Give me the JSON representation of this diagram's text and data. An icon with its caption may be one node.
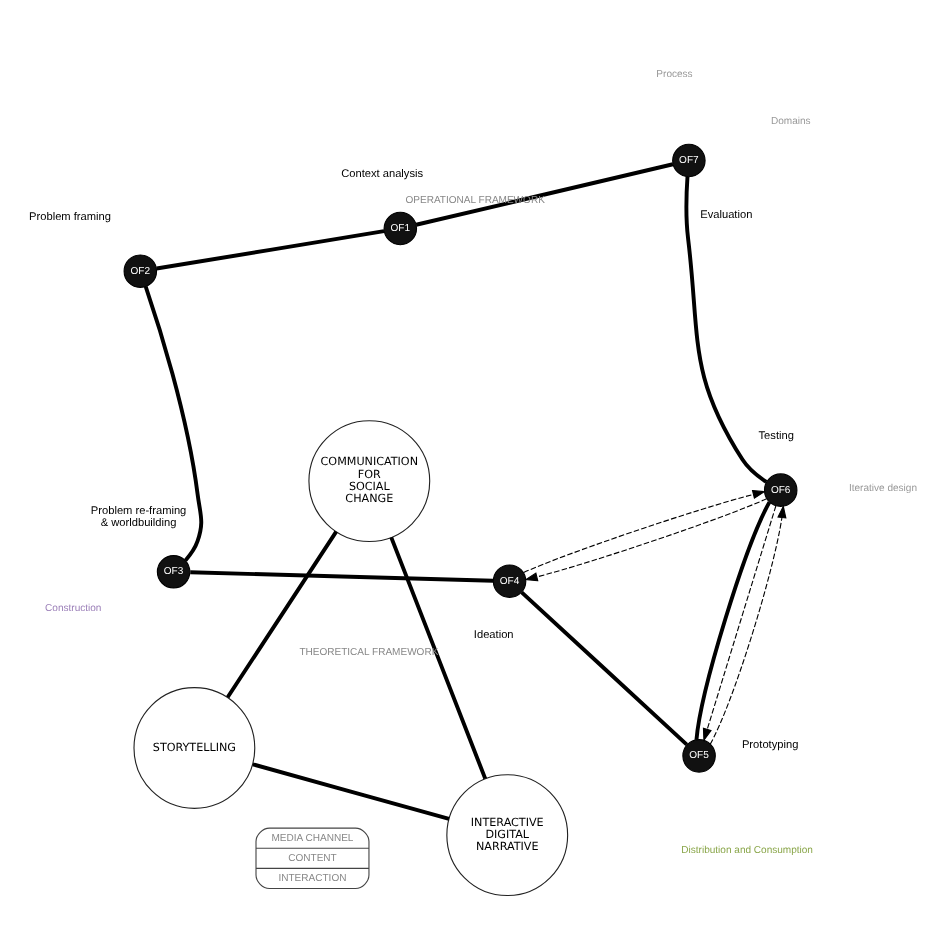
{
  "diagram": {
    "nodes": [
      {
        "text": [
          "OF1"
        ],
        "beside": [
          "Context analysis"
        ]
      },
      {
        "text": [
          "OF2"
        ],
        "beside": [
          "Problem framing"
        ]
      },
      {
        "text": [
          "OF3"
        ],
        "beside": [
          "Problem re-framing & worldbuilding"
        ]
      },
      {
        "text": [
          "OF4"
        ],
        "beside": [
          "Ideation"
        ]
      },
      {
        "text": [
          "OF5"
        ],
        "beside": [
          "Prototyping"
        ]
      },
      {
        "text": [
          "OF6"
        ],
        "beside": [
          "Testing"
        ]
      },
      {
        "text": [
          "OF7"
        ],
        "beside": [
          "Evaluation"
        ]
      },
      {
        "text": [
          "COMMUNICATION FOR SOCIAL CHANGE"
        ]
      },
      {
        "text": [
          "STORYTELLING"
        ]
      },
      {
        "text": [
          "INTERACTIVE DIGITAL NARRATIVE"
        ]
      },
      {
        "text": [
          "MEDIA CHANNEL",
          "CONTENT",
          "INTERACTION"
        ]
      }
    ],
    "edges": [
      {
        "from": 0,
        "to": 1,
        "arrow": "none"
      },
      {
        "from": 1,
        "to": 2,
        "arrow": "none"
      },
      {
        "from": 2,
        "to": 3,
        "arrow": "none"
      },
      {
        "from": 3,
        "to": 4,
        "arrow": "none"
      },
      {
        "from": 4,
        "to": 5,
        "arrow": "none"
      },
      {
        "from": 5,
        "to": 6,
        "arrow": "none"
      },
      {
        "from": 6,
        "to": 0,
        "label": "OPERATIONAL FRAMEWORK",
        "arrow": "none"
      },
      {
        "from": 7,
        "to": 8,
        "arrow": "none"
      },
      {
        "from": 8,
        "to": 9,
        "arrow": "none"
      },
      {
        "from": 9,
        "to": 7,
        "label": "THEORETICAL FRAMEWORK",
        "arrow": "none"
      },
      {
        "from": 5,
        "to": 4,
        "arrow": "to",
        "style": "dashed"
      },
      {
        "from": 4,
        "to": 5,
        "arrow": "to",
        "style": "dashed"
      },
      {
        "from": 5,
        "to": 3,
        "arrow": "to",
        "style": "dashed"
      },
      {
        "from": 3,
        "to": 5,
        "arrow": "to",
        "style": "dashed"
      }
    ],
    "labels": [
      "Process",
      "Domains",
      "Construction",
      "Distribution and Consumption",
      "Iterative design"
    ]
  }
}
